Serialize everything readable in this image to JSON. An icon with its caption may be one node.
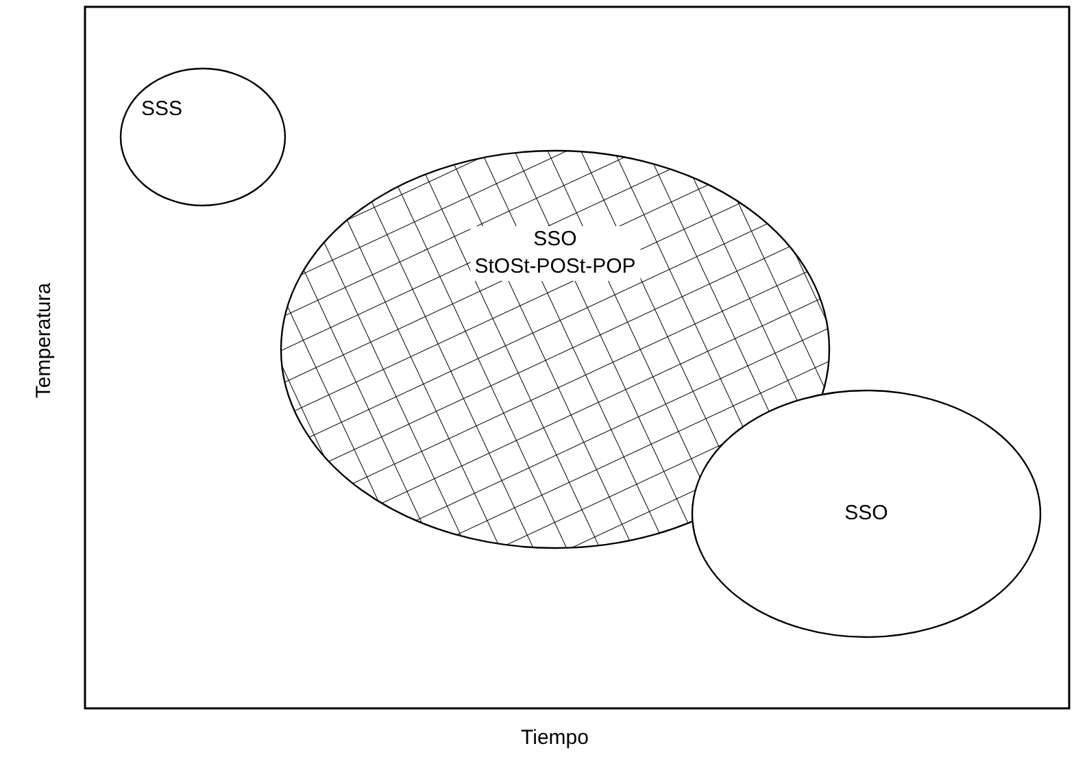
{
  "diagram": {
    "nodes": [
      {
        "text": [
          "SSS"
        ]
      },
      {
        "text": [
          "SSO StOSt-POSt-POP"
        ]
      },
      {
        "text": [
          "SSO"
        ]
      }
    ],
    "labels": [
      "Temperatura",
      "Tiempo"
    ]
  }
}
